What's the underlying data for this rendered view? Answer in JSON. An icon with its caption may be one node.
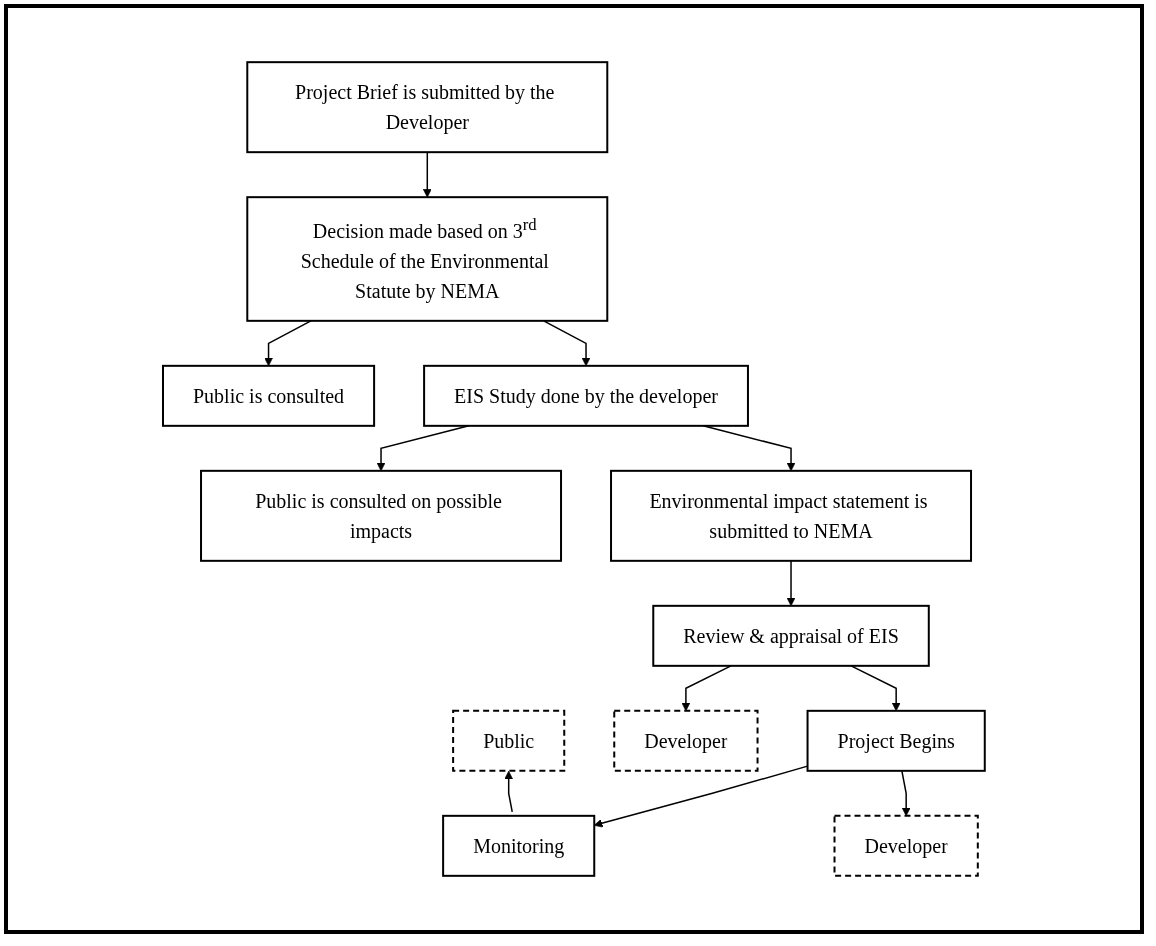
{
  "diagram": {
    "nodes": [
      {
        "text": [
          "Project Brief is submitted by the Developer"
        ]
      },
      {
        "text": [
          "Decision made based on 3$^{rd}$ Schedule of the Environmental Statute by NEMA"
        ]
      },
      {
        "text": [
          "Public is consulted"
        ]
      },
      {
        "text": [
          "EIS Study done by the developer"
        ]
      },
      {
        "text": [
          "Public is consulted on possible impacts"
        ]
      },
      {
        "text": [
          "Environmental impact statement is submitted to NEMA"
        ]
      },
      {
        "text": [
          "Public"
        ]
      },
      {
        "text": [
          "Review & appraisal of EIS"
        ]
      },
      {
        "text": [
          "Developer"
        ]
      },
      {
        "text": [
          "Monitoring"
        ]
      },
      {
        "text": [
          "Project Begins"
        ]
      },
      {
        "text": [
          "Developer"
        ]
      }
    ],
    "edges": [
      {
        "from": 0,
        "to": 1,
        "arrow": "to"
      },
      {
        "from": 1,
        "to": 2,
        "arrow": "to"
      },
      {
        "from": 1,
        "to": 3,
        "arrow": "to"
      },
      {
        "from": 3,
        "to": 4,
        "arrow": "to"
      },
      {
        "from": 3,
        "to": 5,
        "arrow": "to"
      },
      {
        "from": 5,
        "to": 7,
        "arrow": "to"
      },
      {
        "from": 7,
        "to": 8,
        "arrow": "to"
      },
      {
        "from": 7,
        "to": 10,
        "arrow": "to"
      },
      {
        "from": 10,
        "to": 9,
        "arrow": "to"
      },
      {
        "from": 9,
        "to": 6,
        "arrow": "to"
      },
      {
        "from": 10,
        "to": 11,
        "arrow": "to"
      }
    ]
  }
}
